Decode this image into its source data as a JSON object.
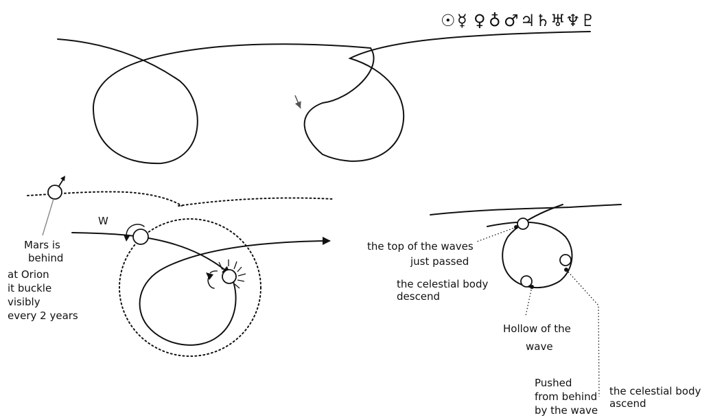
{
  "symbols": {
    "sun": "☉",
    "mercury": "☿",
    "venus": "♀",
    "earth": "♁",
    "mars": "♂",
    "jupiter": "♃",
    "saturn": "♄",
    "uranus": "♅",
    "neptune": "♆",
    "pluto": "♇"
  },
  "labels": {
    "w_mark": "W",
    "mars_note": [
      "Mars is",
      "behind",
      "at Orion",
      "it buckle",
      "visibly",
      "every 2 years"
    ],
    "top_of_waves": [
      "the top of the waves",
      "just passed"
    ],
    "descend": [
      "the celestial body",
      "descend"
    ],
    "hollow": [
      "Hollow of the",
      "wave"
    ],
    "pushed": [
      "Pushed",
      "from behind",
      "by the wave"
    ],
    "ascend": [
      "the celestial body",
      "ascend"
    ]
  }
}
